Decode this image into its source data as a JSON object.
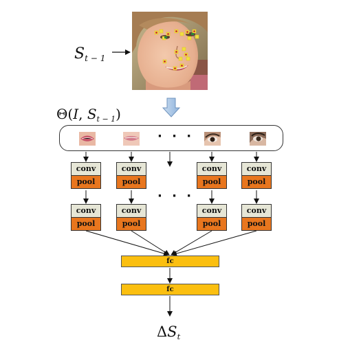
{
  "labels": {
    "prev_shape": "S",
    "prev_shape_sub": "t − 1",
    "theta_prefix": "Θ(",
    "theta_I": "I",
    "theta_S": "S",
    "theta_sub": "t − 1",
    "theta_suffix": ")",
    "delta_symbol": "Δ",
    "delta_S": "S",
    "delta_sub": "t"
  },
  "network": {
    "ellipsis": "· · ·",
    "conv_label": "conv",
    "pool_label": "pool",
    "fc_label": "fc"
  },
  "colors": {
    "conv_fill": "#e6e6d6",
    "pool_fill": "#e8761e",
    "fc_fill": "#fbbf10",
    "landmark_box": "#f0e040",
    "landmark_dot": "#c8102e",
    "down_arrow": "#a9c7e6"
  }
}
